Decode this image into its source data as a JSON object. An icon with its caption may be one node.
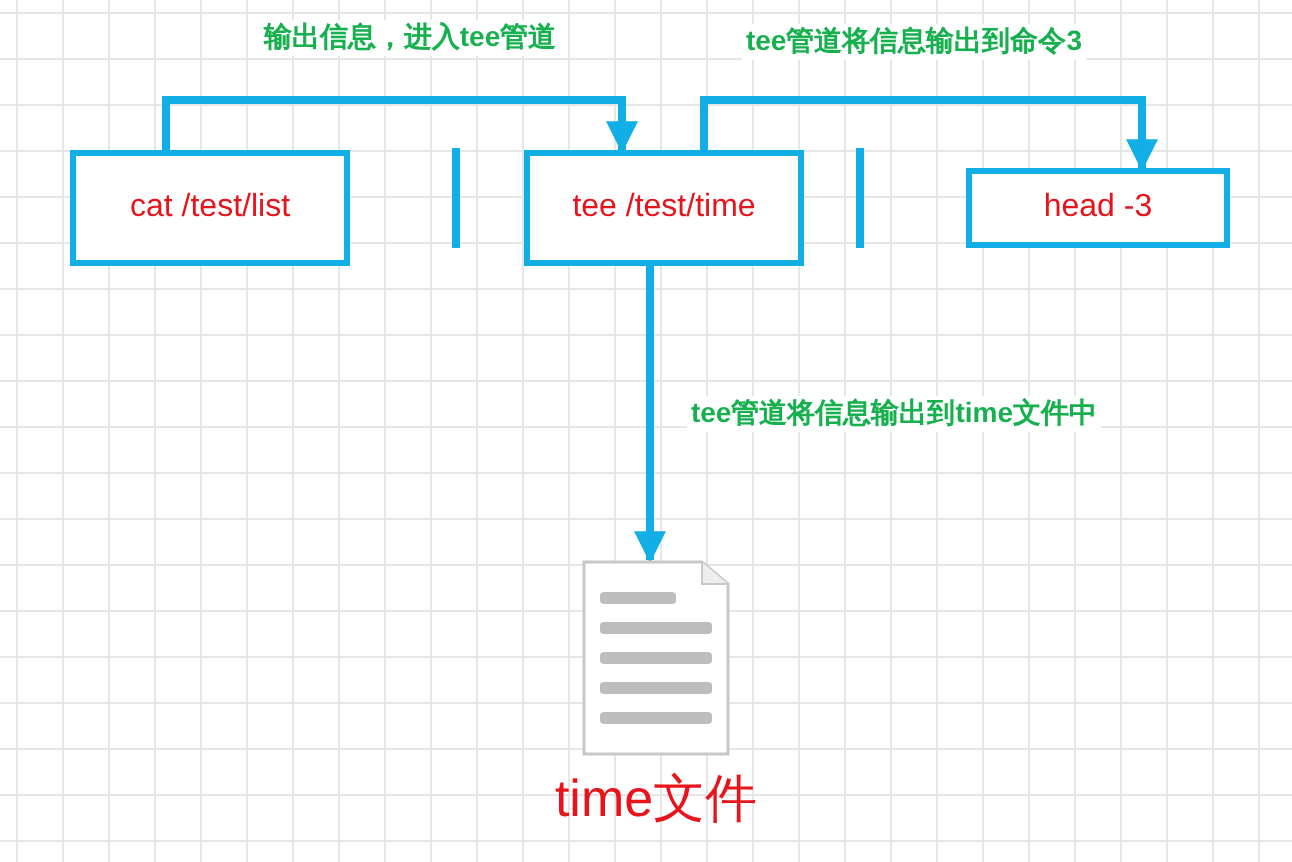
{
  "diagram": {
    "nodes": [
      {
        "text": [
          "cat /test/list"
        ]
      },
      {
        "text": [
          "tee /test/time"
        ]
      },
      {
        "text": [
          "head -3"
        ]
      },
      {
        "text": [
          "time文件"
        ]
      }
    ],
    "edges": [
      {
        "from": 0,
        "to": 1,
        "arrow": "to",
        "label": "输出信息，进入tee管道"
      },
      {
        "from": 1,
        "to": 2,
        "arrow": "to",
        "label": "tee管道将信息输出到命令3"
      },
      {
        "from": 1,
        "to": 3,
        "arrow": "to",
        "label": "tee管道将信息输出到time文件中"
      }
    ]
  }
}
